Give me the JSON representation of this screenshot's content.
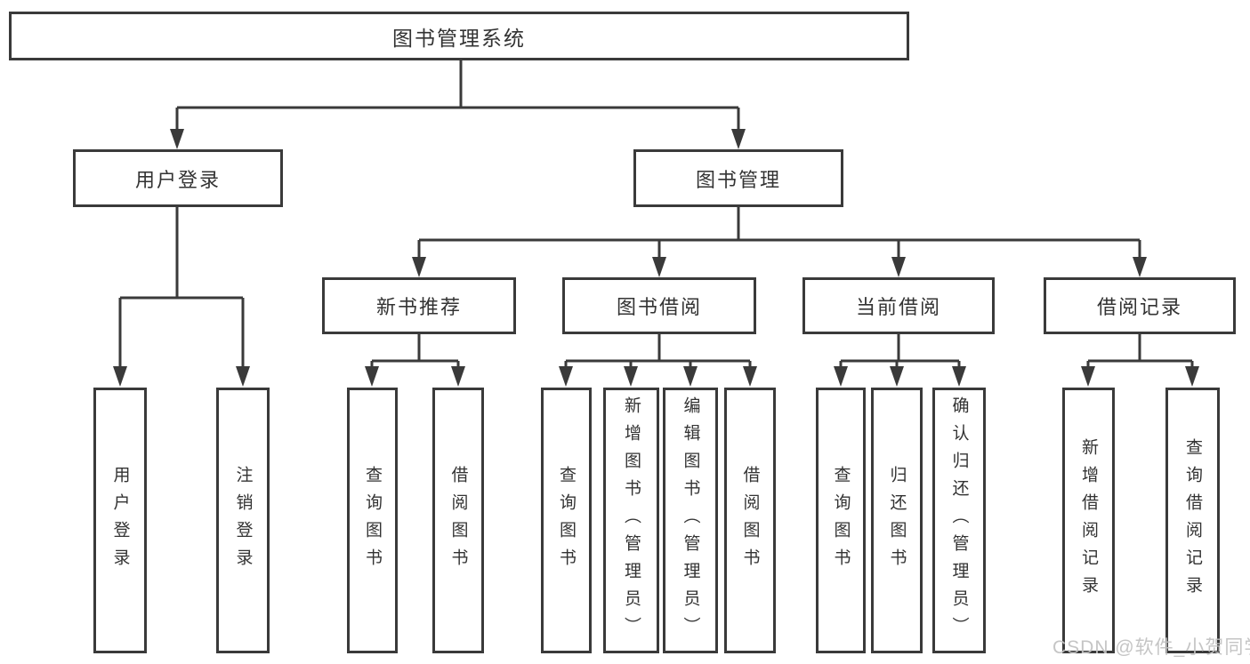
{
  "diagram": {
    "type": "hierarchy-chart",
    "tree": {
      "label": "图书管理系统",
      "children": [
        {
          "label": "用户登录",
          "children": [
            {
              "label": "用户登录"
            },
            {
              "label": "注销登录"
            }
          ]
        },
        {
          "label": "图书管理",
          "children": [
            {
              "label": "新书推荐",
              "children": [
                {
                  "label": "查询图书"
                },
                {
                  "label": "借阅图书"
                }
              ]
            },
            {
              "label": "图书借阅",
              "children": [
                {
                  "label": "查询图书"
                },
                {
                  "label": "新增图书（管理员）"
                },
                {
                  "label": "编辑图书（管理员）"
                },
                {
                  "label": "借阅图书"
                }
              ]
            },
            {
              "label": "当前借阅",
              "children": [
                {
                  "label": "查询图书"
                },
                {
                  "label": "归还图书"
                },
                {
                  "label": "确认归还（管理员）"
                }
              ]
            },
            {
              "label": "借阅记录",
              "children": [
                {
                  "label": "新增借阅记录"
                },
                {
                  "label": "查询借阅记录"
                }
              ]
            }
          ]
        }
      ]
    },
    "colors": {
      "line": "#3a3a3a",
      "text": "#333333",
      "background": "#ffffff",
      "watermark": "#c2c2c2"
    }
  },
  "watermark": {
    "text": "CSDN @软件_小贺同学"
  }
}
